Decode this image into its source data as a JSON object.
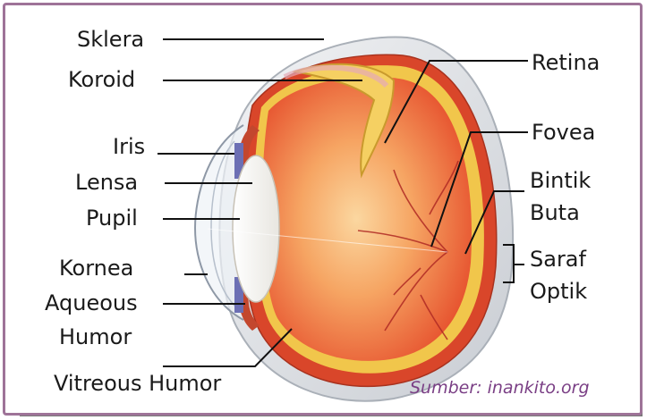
{
  "labels": {
    "sklera": "Sklera",
    "koroid": "Koroid",
    "iris": "Iris",
    "lensa": "Lensa",
    "pupil": "Pupil",
    "kornea": "Kornea",
    "aqueous_1": "Aqueous",
    "aqueous_2": "Humor",
    "vitreous": "Vitreous Humor",
    "retina": "Retina",
    "fovea": "Fovea",
    "bintik_1": "Bintik",
    "bintik_2": "Buta",
    "saraf_1": "Saraf",
    "saraf_2": "Optik"
  },
  "source": "Sumber: inankito.org",
  "colors": {
    "frame": "#9e7398",
    "source_text": "#7a3f85",
    "sclera": "#e9ecef",
    "choroid": "#d9462a",
    "retina": "#f1c64b",
    "vitreous": "#f07a3e"
  }
}
